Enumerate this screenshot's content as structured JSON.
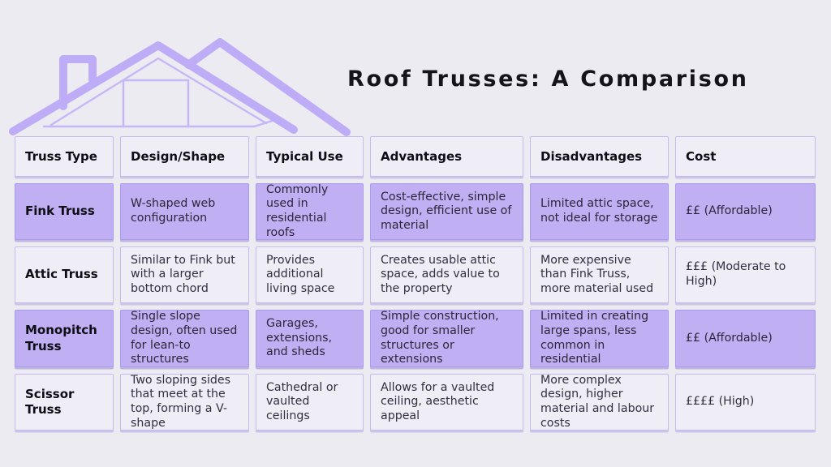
{
  "title": "Roof Trusses: A Comparison",
  "illustration": {
    "name": "house-roof-truss-outline",
    "stroke_color": "#BEACF7",
    "inner_stroke_color": "#C6B7F6"
  },
  "colors": {
    "page_background": "#ECEBF2",
    "highlight_cell_fill": "#C1AFF4",
    "highlight_cell_border": "#AC99EE",
    "light_cell_fill": "#EFEEF6",
    "light_cell_border": "#C7BAF3",
    "title_text": "#15141A",
    "body_text": "#332E40"
  },
  "table": {
    "headers": [
      "Truss Type",
      "Design/Shape",
      "Typical Use",
      "Advantages",
      "Disadvantages",
      "Cost"
    ],
    "rows": [
      {
        "highlighted": true,
        "cells": [
          "Fink Truss",
          "W-shaped web configuration",
          "Commonly used in residential roofs",
          "Cost-effective, simple design, efficient use of material",
          "Limited attic space, not ideal for storage",
          "££ (Affordable)"
        ]
      },
      {
        "highlighted": false,
        "cells": [
          "Attic Truss",
          "Similar to Fink but with a larger bottom chord",
          "Provides additional living space",
          "Creates usable attic space, adds value to the property",
          "More expensive than Fink Truss, more material used",
          "£££ (Moderate to High)"
        ]
      },
      {
        "highlighted": true,
        "cells": [
          "Monopitch Truss",
          "Single slope design, often used for lean-to structures",
          "Garages, extensions, and sheds",
          "Simple construction, good for smaller structures or extensions",
          "Limited in creating large spans, less common in residential",
          "££ (Affordable)"
        ]
      },
      {
        "highlighted": false,
        "cells": [
          "Scissor Truss",
          "Two sloping sides that meet at the top, forming a V-shape",
          "Cathedral or vaulted ceilings",
          "Allows for a vaulted ceiling, aesthetic appeal",
          "More complex design, higher material and labour costs",
          "££££ (High)"
        ]
      }
    ]
  }
}
